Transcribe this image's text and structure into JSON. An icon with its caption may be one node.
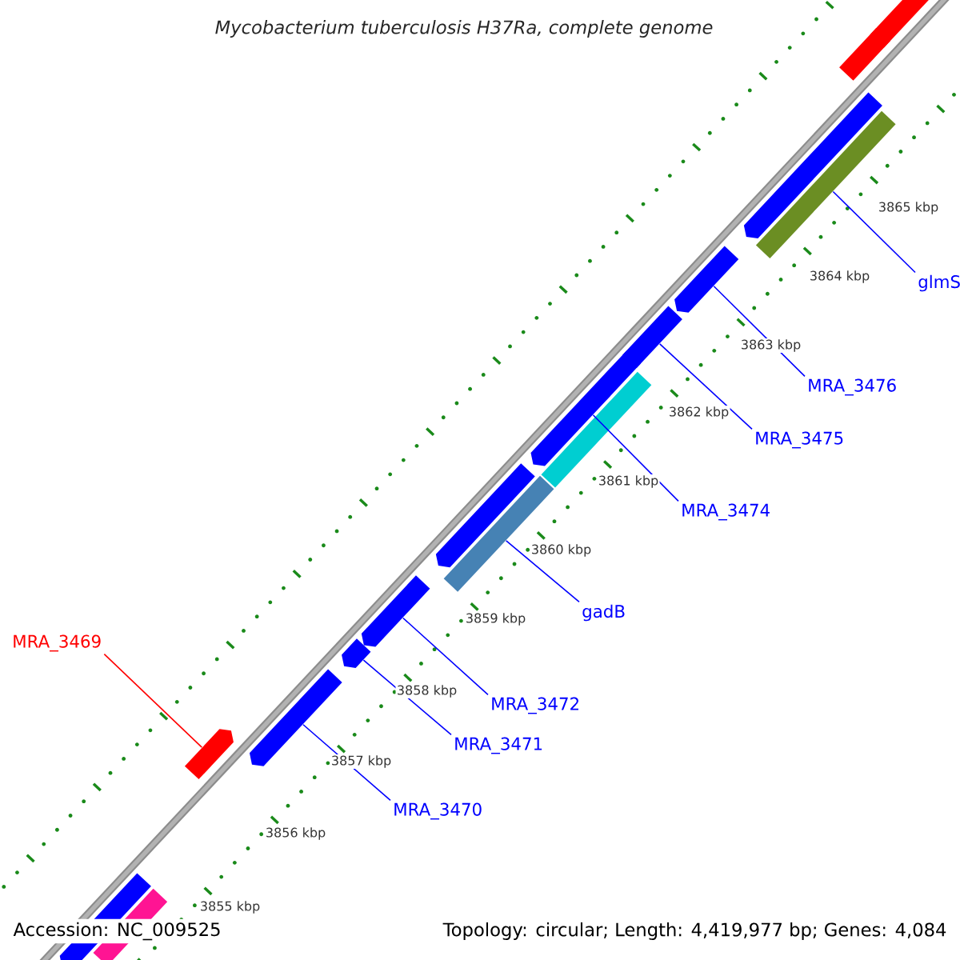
{
  "diagram": {
    "title": "Mycobacterium tuberculosis H37Ra, complete genome",
    "nodes": [
      {
        "text": [
          "glmS"
        ]
      },
      {
        "text": [
          "MRA_3476"
        ]
      },
      {
        "text": [
          "MRA_3475"
        ]
      },
      {
        "text": [
          "MRA_3474"
        ]
      },
      {
        "text": [
          "gadB"
        ]
      },
      {
        "text": [
          "MRA_3472"
        ]
      },
      {
        "text": [
          "MRA_3471"
        ]
      },
      {
        "text": [
          "MRA_3470"
        ]
      },
      {
        "text": [
          "MRA_3469"
        ]
      },
      {
        "text": [],
        "shape": "arrow"
      },
      {
        "text": [],
        "shape": "arrow"
      },
      {
        "text": [],
        "shape": "arrow"
      },
      {
        "text": [],
        "shape": "bar"
      },
      {
        "text": [],
        "shape": "arrow"
      },
      {
        "text": [],
        "shape": "arrow"
      },
      {
        "text": [],
        "shape": "arrow"
      },
      {
        "text": [],
        "shape": "bar"
      },
      {
        "text": [],
        "shape": "arrow"
      },
      {
        "text": [],
        "shape": "bar"
      },
      {
        "text": [],
        "shape": "arrow"
      },
      {
        "text": [],
        "shape": "arrow"
      },
      {
        "text": [],
        "shape": "arrow"
      },
      {
        "text": [],
        "shape": "arrow"
      },
      {
        "text": [],
        "shape": "arrow"
      },
      {
        "text": [],
        "shape": "bar"
      }
    ],
    "edges": [
      {
        "from": 0,
        "to": 12,
        "arrow": "none"
      },
      {
        "from": 1,
        "to": 13,
        "arrow": "none"
      },
      {
        "from": 2,
        "to": 14,
        "arrow": "none"
      },
      {
        "from": 3,
        "to": 15,
        "arrow": "none"
      },
      {
        "from": 4,
        "to": 18,
        "arrow": "none"
      },
      {
        "from": 5,
        "to": 19,
        "arrow": "none"
      },
      {
        "from": 6,
        "to": 20,
        "arrow": "none"
      },
      {
        "from": 7,
        "to": 21,
        "arrow": "none"
      },
      {
        "from": 8,
        "to": 22,
        "arrow": "none",
        "color": "#ff0000"
      }
    ],
    "labels": [
      "3865 kbp",
      "3864 kbp",
      "3863 kbp",
      "3862 kbp",
      "3861 kbp",
      "3860 kbp",
      "3859 kbp",
      "3858 kbp",
      "3857 kbp",
      "3856 kbp",
      "3855 kbp",
      "Accession: NC_009525",
      "Topology: circular; Length: 4,419,977 bp; Genes: 4,084"
    ]
  }
}
